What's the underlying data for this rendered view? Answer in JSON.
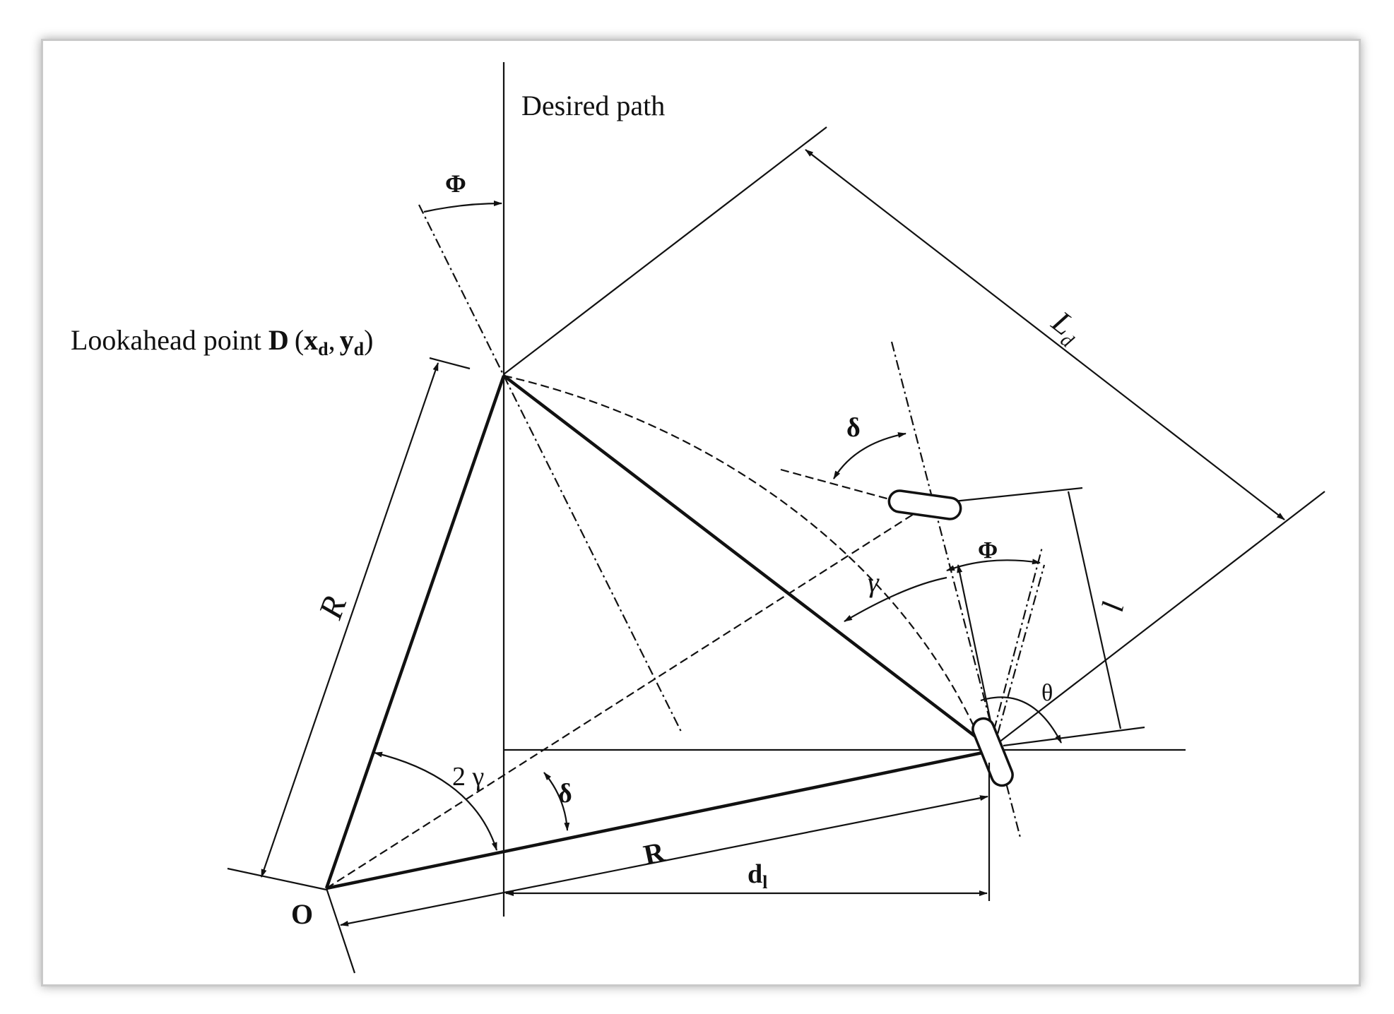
{
  "diagram": {
    "desired_path_label": "Desired path",
    "lookahead": {
      "prefix": "Lookahead point ",
      "point": "D",
      "open": "(",
      "x": "x",
      "x_sub": "d",
      "comma": ",",
      "y": "y",
      "y_sub": "d",
      "close": ")"
    },
    "symbols": {
      "phi_top": "Φ",
      "phi_wheel": "Φ",
      "ld_main": "L",
      "ld_sub": "d",
      "delta_top": "δ",
      "delta_bottom": "δ",
      "gamma": "γ",
      "two_gamma": "2 γ",
      "theta": "θ",
      "R_left": "R",
      "R_bottom": "R",
      "d1_main": "d",
      "d1_sub": "l",
      "l_side": "l",
      "origin": "O"
    }
  }
}
